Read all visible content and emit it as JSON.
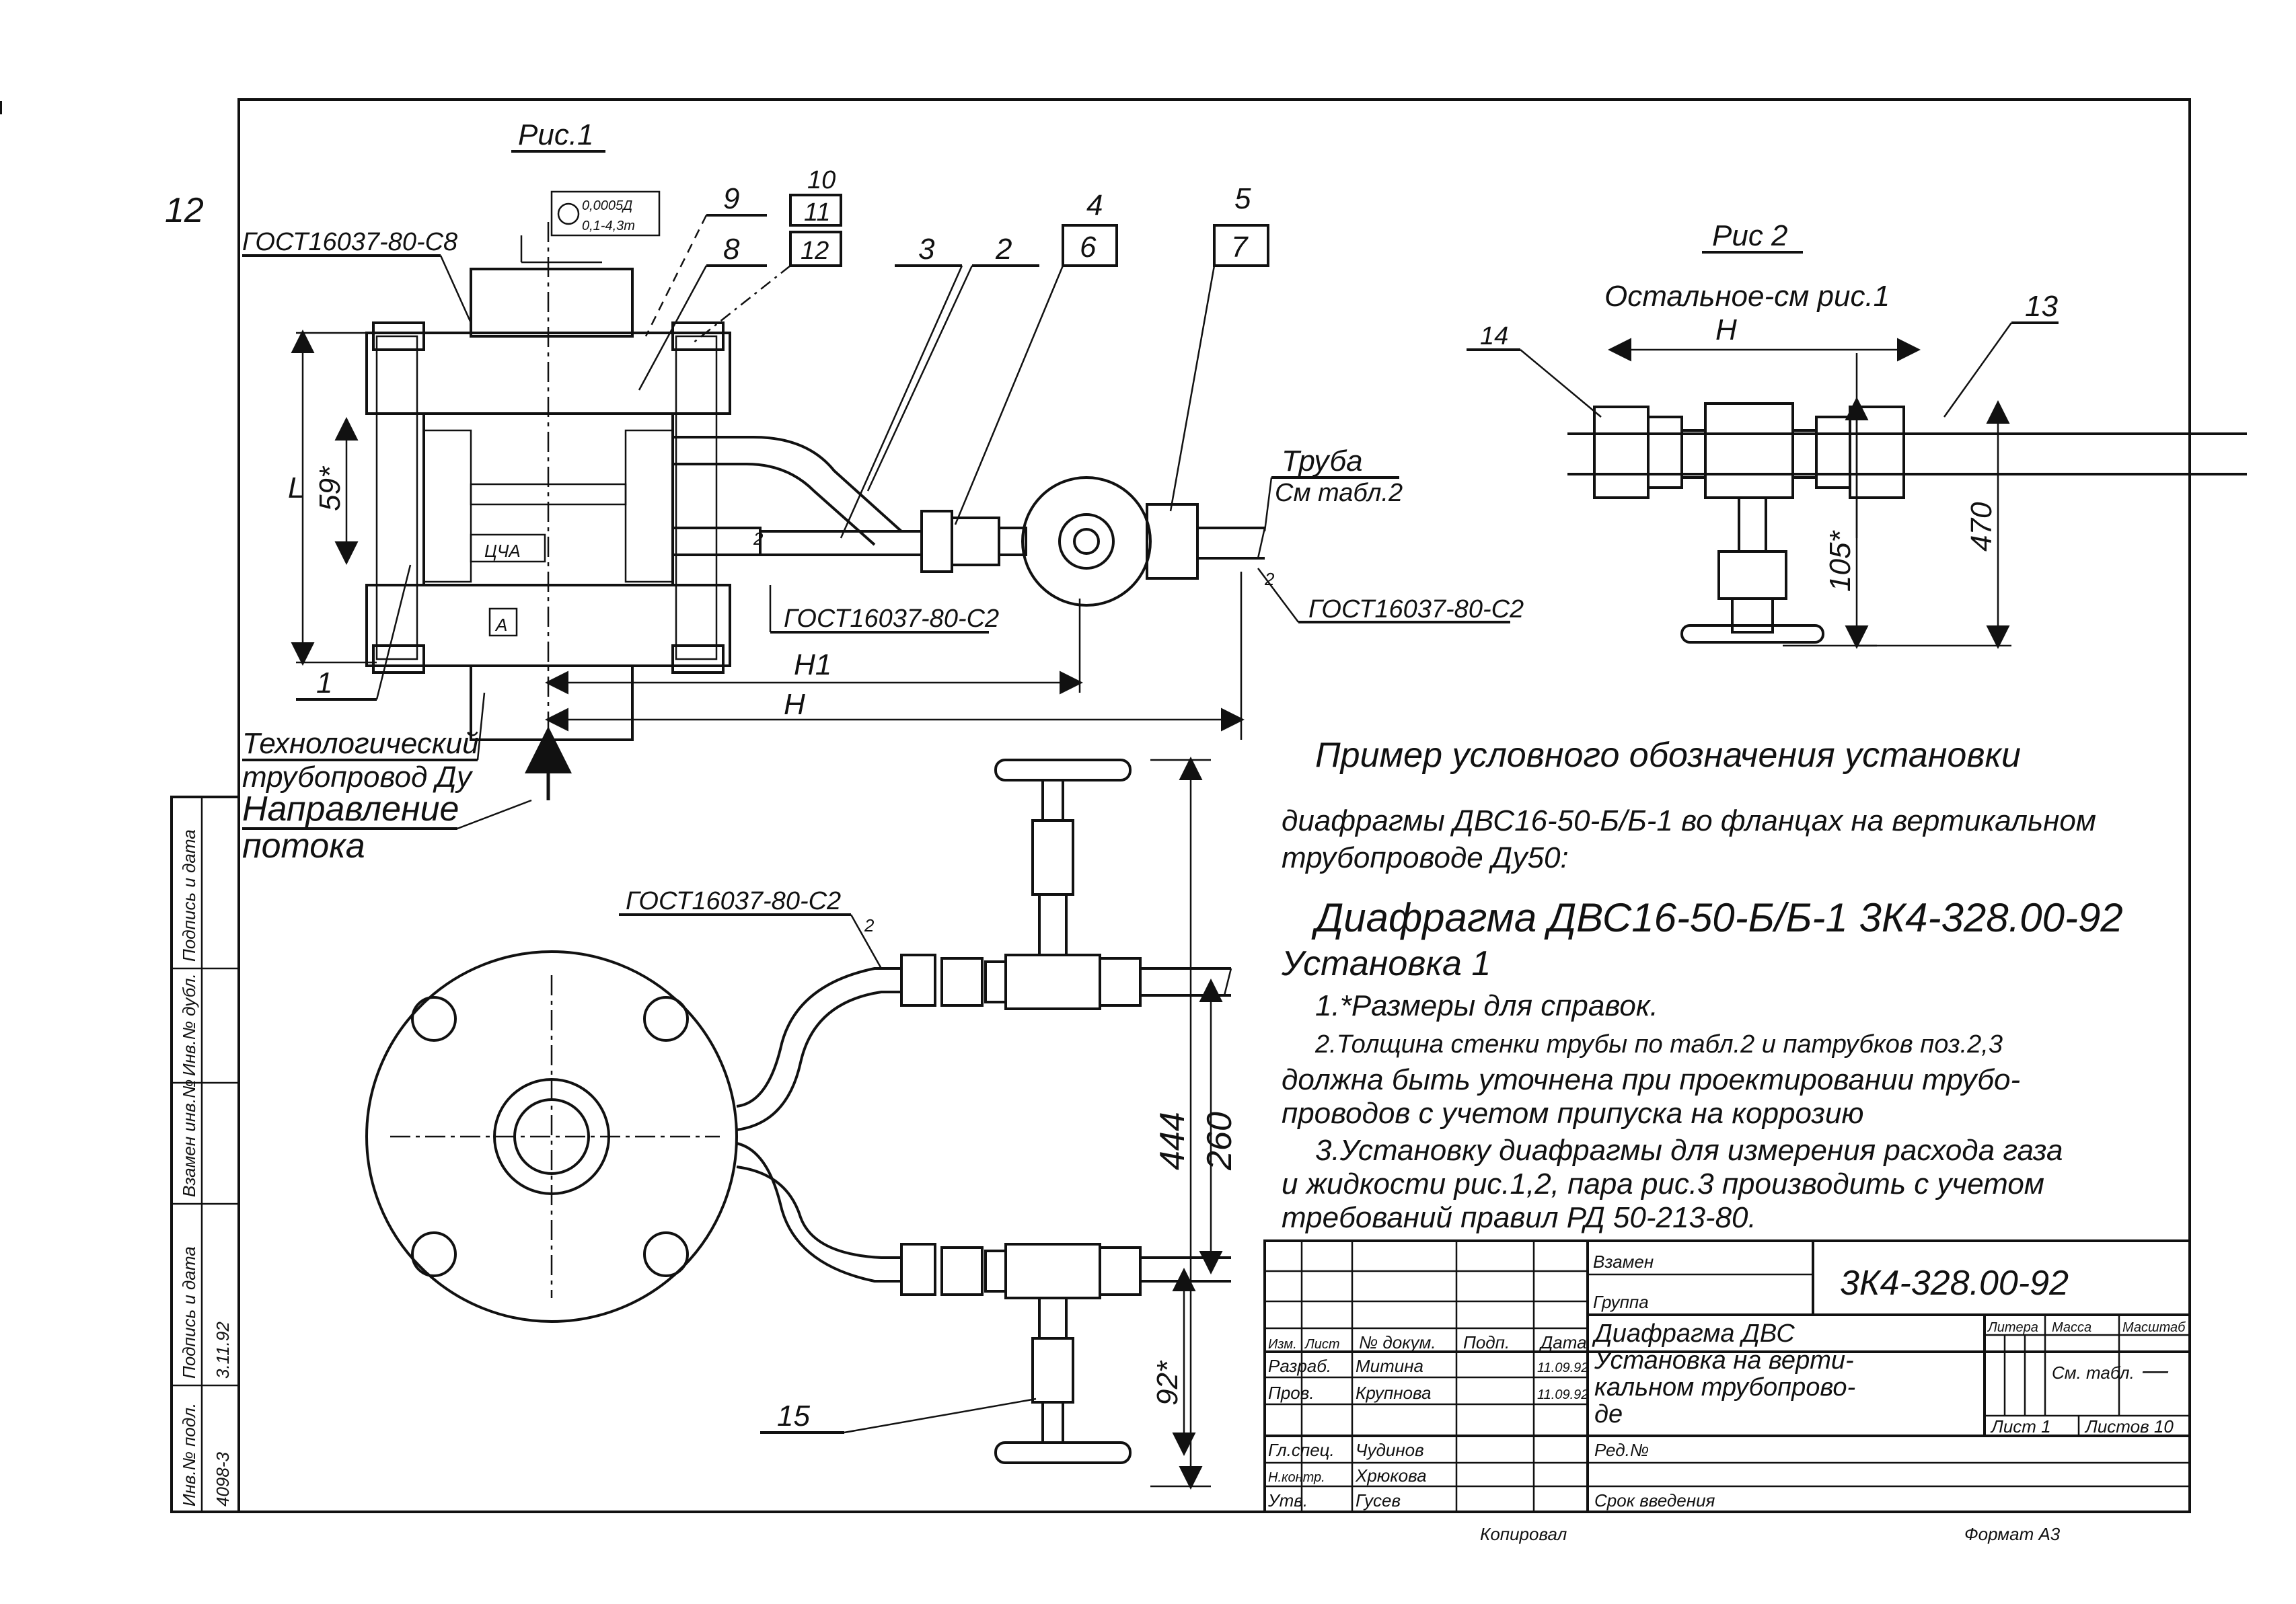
{
  "sheet": {
    "page_number": "12",
    "format_label": "Формат А3"
  },
  "fig1": {
    "title": "Рис.1",
    "gost_c8": "ГОСТ16037-80-С8",
    "gost_c2_a": "ГОСТ16037-80-С2",
    "gost_c2_b": "ГОСТ16037-80-С2",
    "tolerance_a": "0,0005Д",
    "tolerance_b": "0,1-4,3m",
    "datum_a": "A",
    "datum_b": "ЦЧА",
    "pipe_label": "Труба",
    "pipe_ref": "См табл.2",
    "dim_L": "L",
    "dim_59": "59*",
    "dim_H1": "H1",
    "dim_H": "H",
    "note_tech_1": "Технологический",
    "note_tech_2": "трубопровод Ду",
    "note_flow_1": "Направление",
    "note_flow_2": "потока",
    "callouts": {
      "c1": "1",
      "c2": "2",
      "c3": "3",
      "c4": "4",
      "c5": "5",
      "c6": "6",
      "c7": "7",
      "c8": "8",
      "c9": "9",
      "c10": "10",
      "c11": "11",
      "c12": "12",
      "cr": "2"
    }
  },
  "fig2": {
    "title": "Рис 2",
    "subtitle": "Остальное-см рис.1",
    "dim_H": "H",
    "dim_105": "105*",
    "dim_470": "470",
    "callout_14": "14",
    "callout_13": "13"
  },
  "bottom_view": {
    "gost_c2": "ГОСТ16037-80-С2",
    "callout_2": "2",
    "callout_15": "15",
    "dim_444": "444",
    "dim_260": "260",
    "dim_92": "92*"
  },
  "notes": {
    "example_1": "Пример условного обозначения установки",
    "example_2": "диафрагмы ДВС16-50-Б/Б-1 во фланцах на вертикальном",
    "example_3": "трубопроводе Ду50:",
    "designation": "Диафрагма ДВС16-50-Б/Б-1  3К4-328.00-92",
    "designation_2": "Установка 1",
    "note_1": "1.*Размеры для справок.",
    "note_2a": "2.Толщина стенки трубы по табл.2 и патрубков поз.2,3",
    "note_2b": "должна быть уточнена при проектировании трубо-",
    "note_2c": "проводов с учетом припуска на коррозию",
    "note_3a": "3.Установку диафрагмы для измерения расхода газа",
    "note_3b": "и жидкости рис.1,2, пара рис.3 производить с учетом",
    "note_3c": "требований правил РД 50-213-80."
  },
  "left_strip": {
    "c1": "Подпись и дата",
    "c2": "Инв.№ дубл.",
    "c3": "Взамен инв.№",
    "c4": "Подпись и дата",
    "c5": "Инв.№ подл.",
    "c5_value": "4098-3",
    "c4_value": "3.11.92"
  },
  "title_block": {
    "vzamen": "Взамен",
    "gruppa": "Группа",
    "doc_number": "3К4-328.00-92",
    "name_1": "Диафрагма ДВС",
    "name_2": "Установка на верти-",
    "name_3": "кальном трубопрово-",
    "name_4": "де",
    "litera": "Литера",
    "massa": "Масса",
    "masshtab": "Масштаб",
    "massa_value": "См. табл.",
    "masshtab_value": "—",
    "list": "Лист 1",
    "listov": "Листов 10",
    "hdr_izm": "Изм.",
    "hdr_list": "Лист",
    "hdr_doc": "№ докум.",
    "hdr_podp": "Подп.",
    "hdr_data": "Дата",
    "r1_role": "Разраб.",
    "r1_name": "Митина",
    "r2_role": "Пров.",
    "r2_name": "Крупнова",
    "r3_role": "Гл.спец.",
    "r3_name": "Чудинов",
    "r4_role": "Н.контр.",
    "r4_name": "Хрюкова",
    "r5_role": "Утв.",
    "r5_name": "Гусев",
    "r1_date": "11.09.92",
    "r2_date": "11.09.92",
    "redakciya": "Ред.№",
    "srok": "Срок введения",
    "copied": "Копировал"
  }
}
